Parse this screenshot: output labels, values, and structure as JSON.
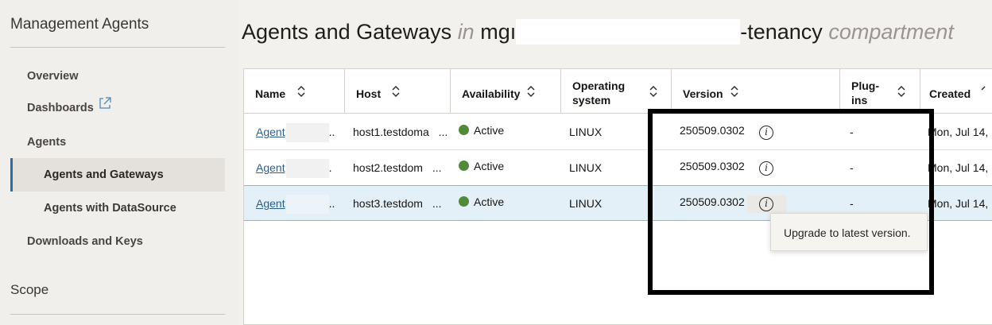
{
  "sidebar": {
    "title": "Management Agents",
    "items": [
      {
        "label": "Overview"
      },
      {
        "label": "Dashboards"
      },
      {
        "label": "Agents"
      },
      {
        "label": "Agents and Gateways"
      },
      {
        "label": "Agents with DataSource"
      },
      {
        "label": "Downloads and Keys"
      }
    ],
    "scope_title": "Scope"
  },
  "header": {
    "title_main": "Agents and Gateways",
    "title_in": "in",
    "compartment_prefix": "mgı",
    "compartment_suffix": "-tenancy",
    "title_compartment": "compartment"
  },
  "table": {
    "columns": [
      {
        "label": "Name"
      },
      {
        "label": "Host"
      },
      {
        "label": "Availability"
      },
      {
        "label": "Operating system"
      },
      {
        "label": "Version"
      },
      {
        "label": "Plug-ins"
      },
      {
        "label": "Created"
      }
    ],
    "rows": [
      {
        "name": "Agent",
        "name_tail": "..",
        "host": "host1.testdoma",
        "host_more": "...",
        "availability": "Active",
        "os": "LINUX",
        "version": "250509.0302",
        "plugins": "-",
        "created": "Mon, Jul 14,"
      },
      {
        "name": "Agent",
        "name_tail": ".",
        "host": "host2.testdom",
        "host_more": "...",
        "availability": "Active",
        "os": "LINUX",
        "version": "250509.0302",
        "plugins": "-",
        "created": "Mon, Jul 14,"
      },
      {
        "name": "Agent",
        "name_tail": "..",
        "host": "host3.testdom",
        "host_more": "...",
        "availability": "Active",
        "os": "LINUX",
        "version": "250509.0302",
        "plugins": "-",
        "created": "Mon, Jul 14,"
      }
    ]
  },
  "tooltip": {
    "text": "Upgrade to latest version."
  },
  "colors": {
    "active": "#508a3a",
    "link": "#2c5f8a",
    "nav_accent": "#2e6da4",
    "selected_row": "#e4f0f7"
  },
  "icons": [
    "external-link-icon",
    "sort-icon",
    "status-dot-icon",
    "info-icon"
  ]
}
